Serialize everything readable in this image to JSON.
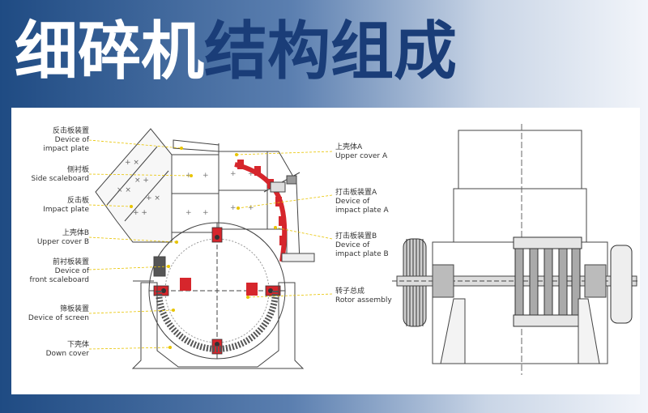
{
  "title": {
    "part1": "细碎机",
    "part2": "结构组成"
  },
  "labels": {
    "left": [
      {
        "cn": "反击板装置",
        "en": [
          "Device of",
          "impact plate"
        ]
      },
      {
        "cn": "侧衬板",
        "en": [
          "Side scaleboard"
        ]
      },
      {
        "cn": "反击板",
        "en": [
          "Impact plate"
        ]
      },
      {
        "cn": "上壳体B",
        "en": [
          "Upper cover B"
        ]
      },
      {
        "cn": "前衬板装置",
        "en": [
          "Device of",
          "front scaleboard"
        ]
      },
      {
        "cn": "筛板装置",
        "en": [
          "Device of screen"
        ]
      },
      {
        "cn": "下壳体",
        "en": [
          "Down cover"
        ]
      }
    ],
    "right": [
      {
        "cn": "上壳体A",
        "en": [
          "Upper cover A"
        ]
      },
      {
        "cn": "打击板装置A",
        "en": [
          "Device of",
          "impact plate A"
        ]
      },
      {
        "cn": "打击板装置B",
        "en": [
          "Device of",
          "impact plate B"
        ]
      },
      {
        "cn": "转子总成",
        "en": [
          "Rotor assembly"
        ]
      }
    ]
  },
  "colors": {
    "banner_dark": "#1f4b83",
    "title_blue": "#1a3d78",
    "hammer_red": "#d6262c",
    "leader_yellow": "#e8c400",
    "line": "#444444"
  }
}
